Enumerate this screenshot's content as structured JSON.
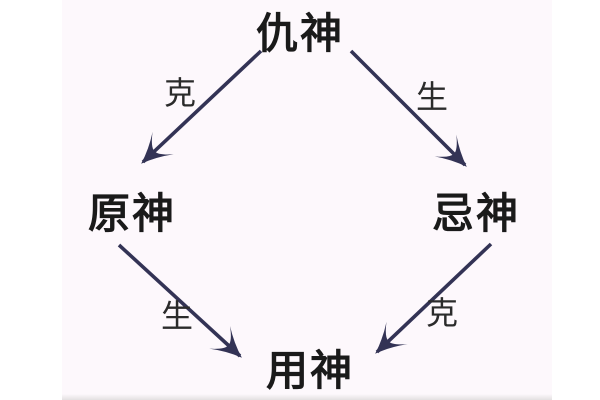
{
  "diagram": {
    "title_none": "",
    "nodes": {
      "top": {
        "label": "仇神"
      },
      "left": {
        "label": "原神"
      },
      "right": {
        "label": "忌神"
      },
      "bottom": {
        "label": "用神"
      }
    },
    "edges": [
      {
        "from": "仇神",
        "to": "原神",
        "label": "克"
      },
      {
        "from": "仇神",
        "to": "忌神",
        "label": "生"
      },
      {
        "from": "原神",
        "to": "用神",
        "label": "生"
      },
      {
        "from": "忌神",
        "to": "用神",
        "label": "克"
      }
    ],
    "colors": {
      "page_background": "#ffffff",
      "panel_background": "#fdf8fc",
      "arrow": "#333355",
      "node_text": "#1a1a1a",
      "edge_label_text": "#2b2b2b"
    }
  }
}
